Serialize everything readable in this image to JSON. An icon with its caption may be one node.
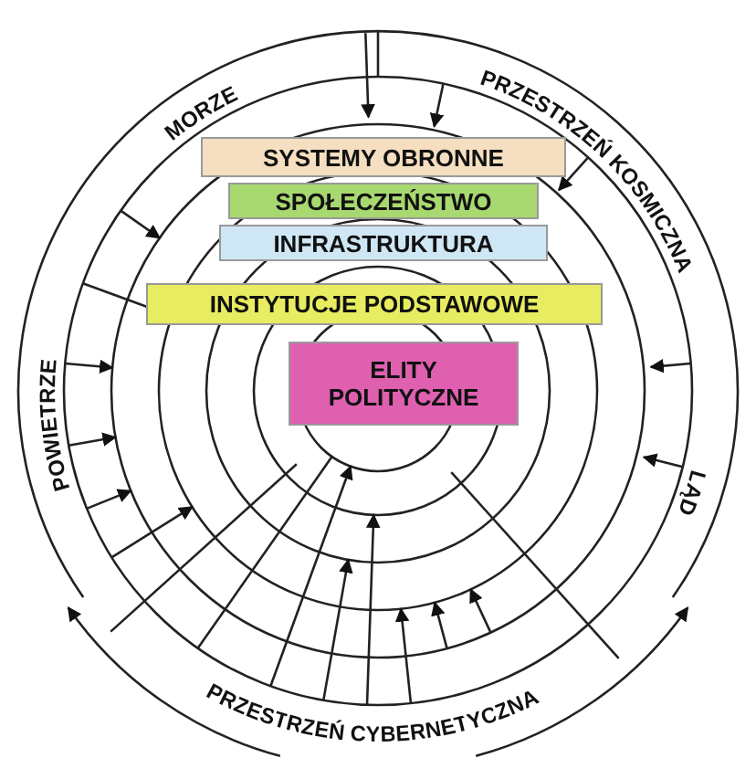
{
  "diagram": {
    "nodes": [
      {
        "text": [
          "SYSTEMY OBRONNE"
        ]
      },
      {
        "text": [
          "SPOŁECZEŃSTWO"
        ]
      },
      {
        "text": [
          "INFRASTRUKTURA"
        ]
      },
      {
        "text": [
          "INSTYTUCJE PODSTAWOWE"
        ]
      },
      {
        "text": [
          "ELITY POLITYCZNE"
        ]
      }
    ],
    "edges": [],
    "labels": [
      "MORZE",
      "PRZESTRZEŃ KOSMICZNA",
      "LĄD",
      "POWIETRZE",
      "PRZESTRZEŃ CYBERNETYCZNA"
    ]
  }
}
